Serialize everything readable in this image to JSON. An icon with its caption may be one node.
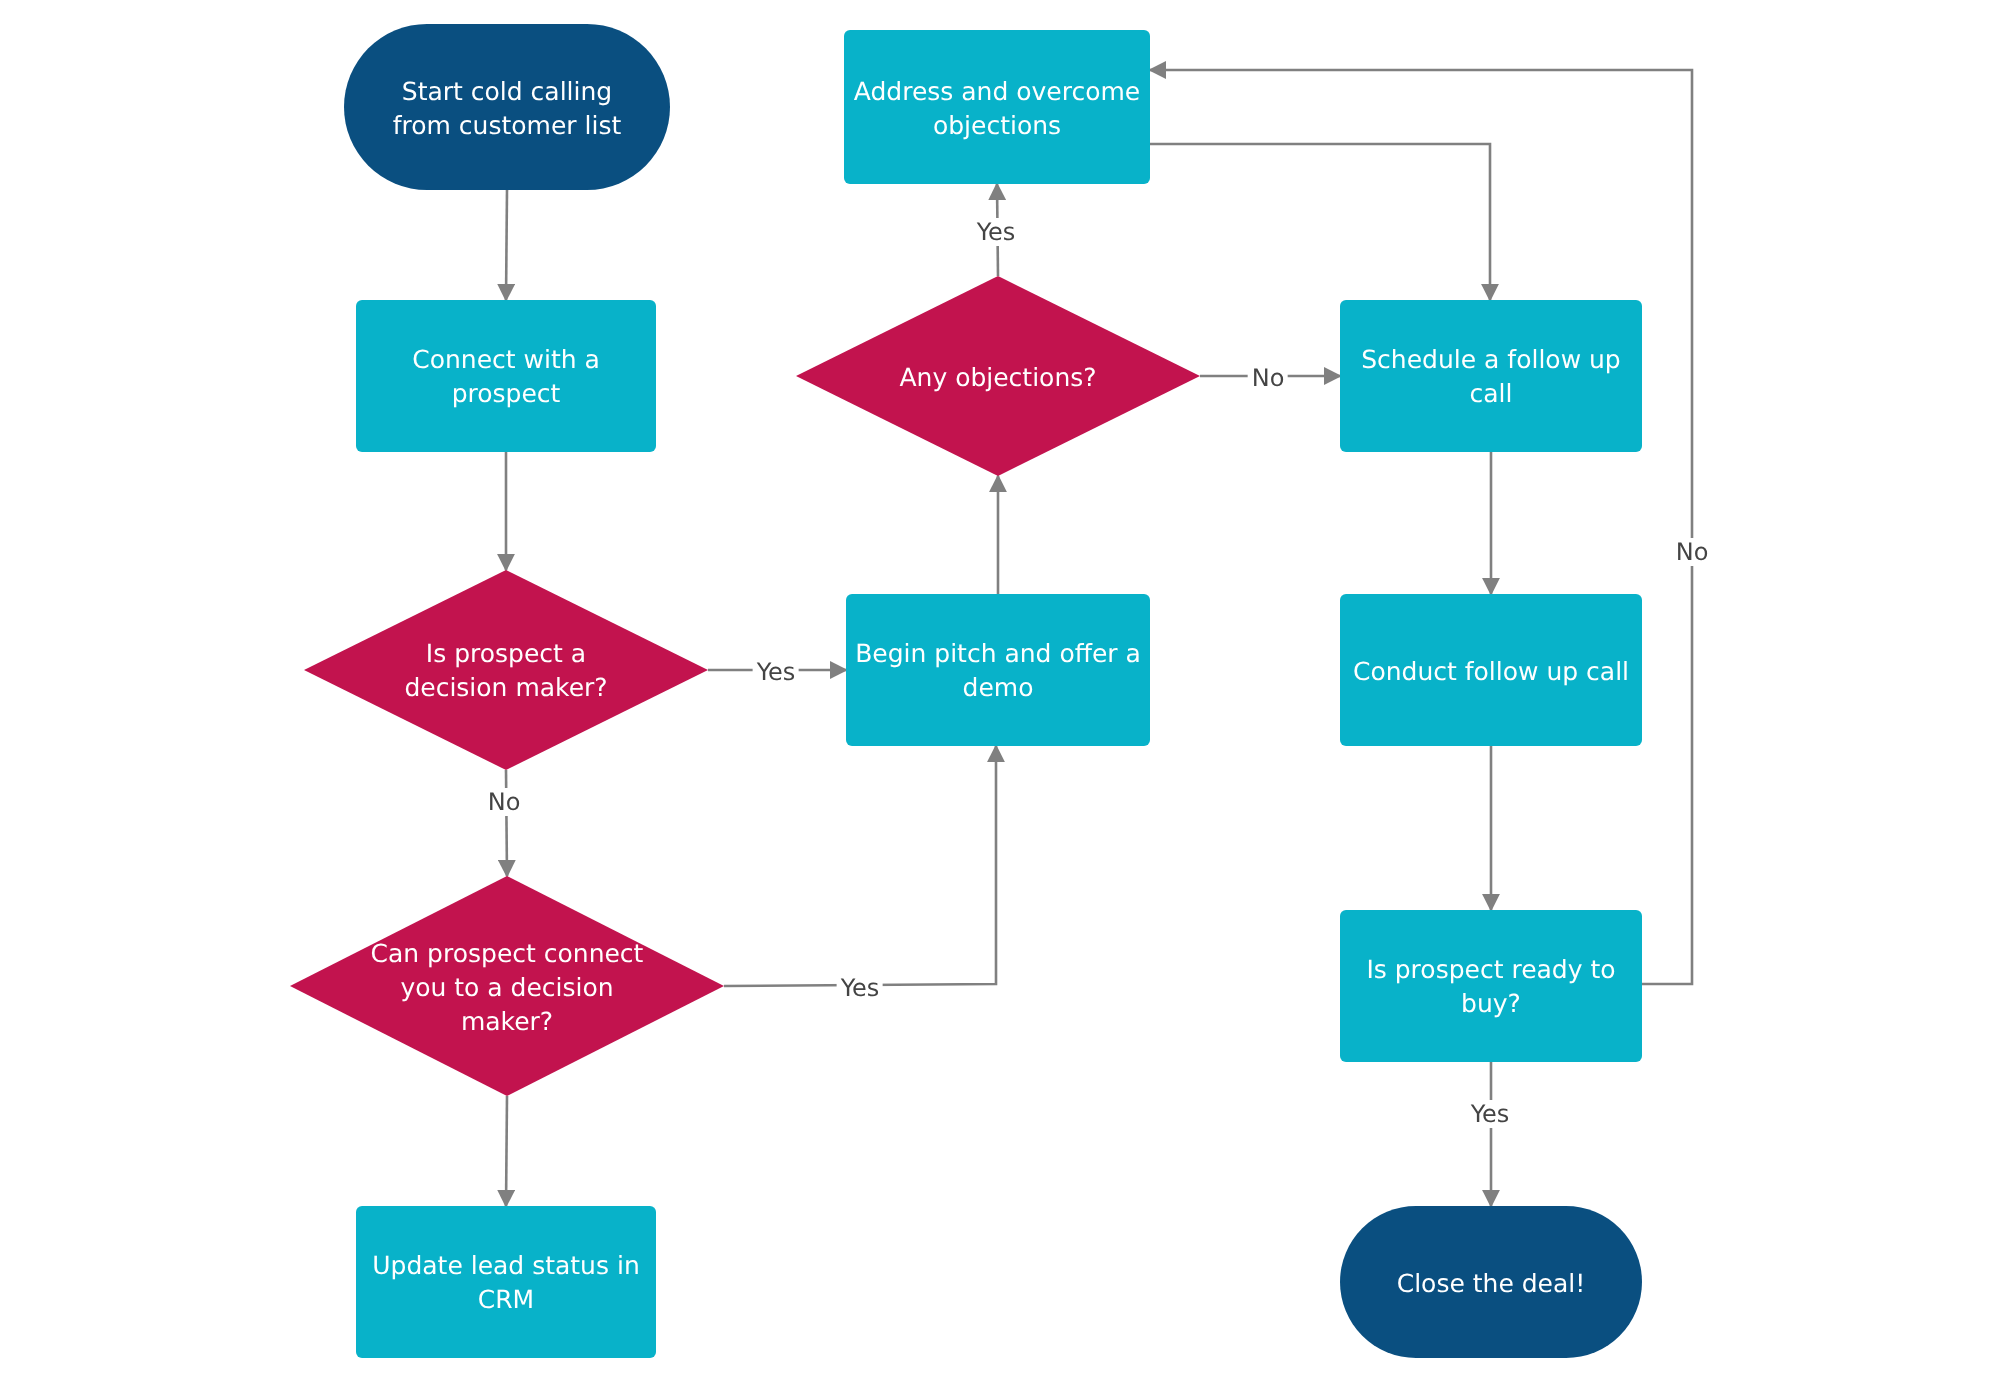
{
  "diagram": {
    "nodes": [
      {
        "text": [
          "Start cold calling from customer list"
        ]
      },
      {
        "text": [
          "Connect with a prospect"
        ]
      },
      {
        "text": [
          "Is prospect a decision maker?"
        ]
      },
      {
        "text": [
          "Can prospect connect you to a decision maker?"
        ]
      },
      {
        "text": [
          "Update lead status in CRM"
        ]
      },
      {
        "text": [
          "Begin pitch and offer a demo"
        ]
      },
      {
        "text": [
          "Any objections?"
        ]
      },
      {
        "text": [
          "Address and overcome objections"
        ]
      },
      {
        "text": [
          "Schedule a follow up call"
        ]
      },
      {
        "text": [
          "Conduct follow up call"
        ]
      },
      {
        "text": [
          "Is prospect ready to buy?"
        ]
      },
      {
        "text": [
          "Close the deal!"
        ]
      }
    ],
    "edges": [
      {
        "from": 0,
        "to": 1,
        "arrow": "to"
      },
      {
        "from": 1,
        "to": 2,
        "arrow": "to"
      },
      {
        "from": 2,
        "to": 5,
        "arrow": "to",
        "label": "Yes"
      },
      {
        "from": 2,
        "to": 3,
        "arrow": "to",
        "label": "No"
      },
      {
        "from": 3,
        "to": 5,
        "arrow": "to",
        "label": "Yes"
      },
      {
        "from": 3,
        "to": 4,
        "arrow": "to"
      },
      {
        "from": 5,
        "to": 6,
        "arrow": "to"
      },
      {
        "from": 6,
        "to": 7,
        "arrow": "to",
        "label": "Yes"
      },
      {
        "from": 6,
        "to": 8,
        "arrow": "to",
        "label": "No"
      },
      {
        "from": 7,
        "to": 8,
        "arrow": "to"
      },
      {
        "from": 8,
        "to": 9,
        "arrow": "to"
      },
      {
        "from": 9,
        "to": 10,
        "arrow": "to"
      },
      {
        "from": 10,
        "to": 11,
        "arrow": "to",
        "label": "Yes"
      },
      {
        "from": 10,
        "to": 7,
        "arrow": "to",
        "label": "No"
      }
    ]
  }
}
